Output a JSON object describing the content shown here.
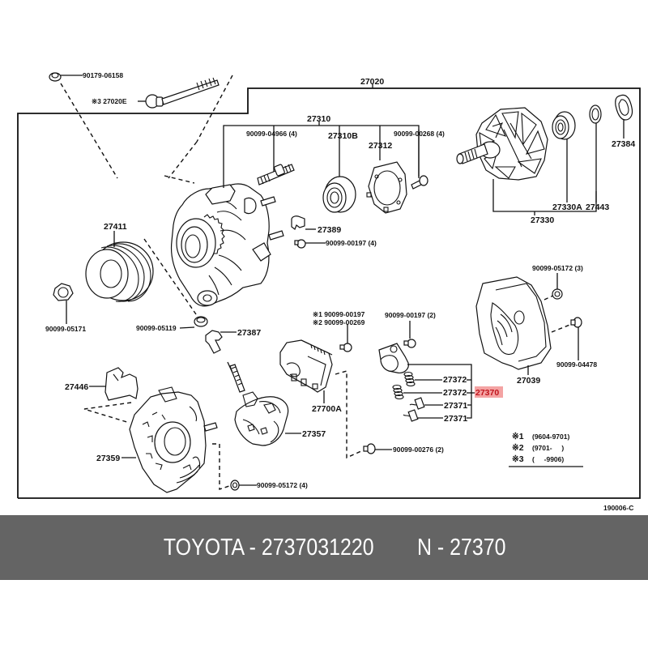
{
  "diagram": {
    "title": "Alternator parts diagram",
    "figure_code": "190006-C",
    "highlight_color": "#f4a3a3",
    "highlight_text_color": "#c0141c",
    "labels": {
      "nut_top": "90179-06158",
      "bolt_27020e": "※3 27020E",
      "assy_27020": "27020",
      "assy_27310": "27310",
      "bolt_04966": "90099-04966 (4)",
      "bearing_27310b": "27310B",
      "retainer_27312": "27312",
      "screw_00268": "90099-00268 (4)",
      "part_27389": "27389",
      "screw_00197_4": "90099-00197 (4)",
      "rotor_27330": "27330",
      "bearing_27330a": "27330A",
      "ring_27443": "27443",
      "cover_27384": "27384",
      "pulley_27411": "27411",
      "nut_05171": "90099-05171",
      "washer_05119": "90099-05119",
      "insulator_27387": "27387",
      "reg_screw_note1": "※1 90099-00197",
      "reg_screw_note2": "※2 90099-00269",
      "screw_00197_2": "90099-00197 (2)",
      "nut_05172_3": "90099-05172 (3)",
      "screw_04478": "90099-04478",
      "rear_cover_27039": "27039",
      "spring_27372_a": "27372",
      "spring_27372_b": "27372",
      "brush_holder_27370": "27370",
      "brush_27371_a": "27371",
      "brush_27371_b": "27371",
      "regulator_27700a": "27700A",
      "rectifier_27357": "27357",
      "terminal_cover_27446": "27446",
      "frame_27359": "27359",
      "screw_00276": "90099-00276 (2)",
      "nut_05172_4": "90099-05172 (4)"
    },
    "legend": [
      {
        "mark": "※1",
        "range": "(9604-9701)"
      },
      {
        "mark": "※2",
        "range": "(9701-     )"
      },
      {
        "mark": "※3",
        "range": "(     -9906)"
      }
    ]
  },
  "banner": {
    "brand_part": "TOYOTA - 2737031220",
    "ref_part": "N - 27370",
    "background": "#646464",
    "text_color": "#ffffff"
  }
}
